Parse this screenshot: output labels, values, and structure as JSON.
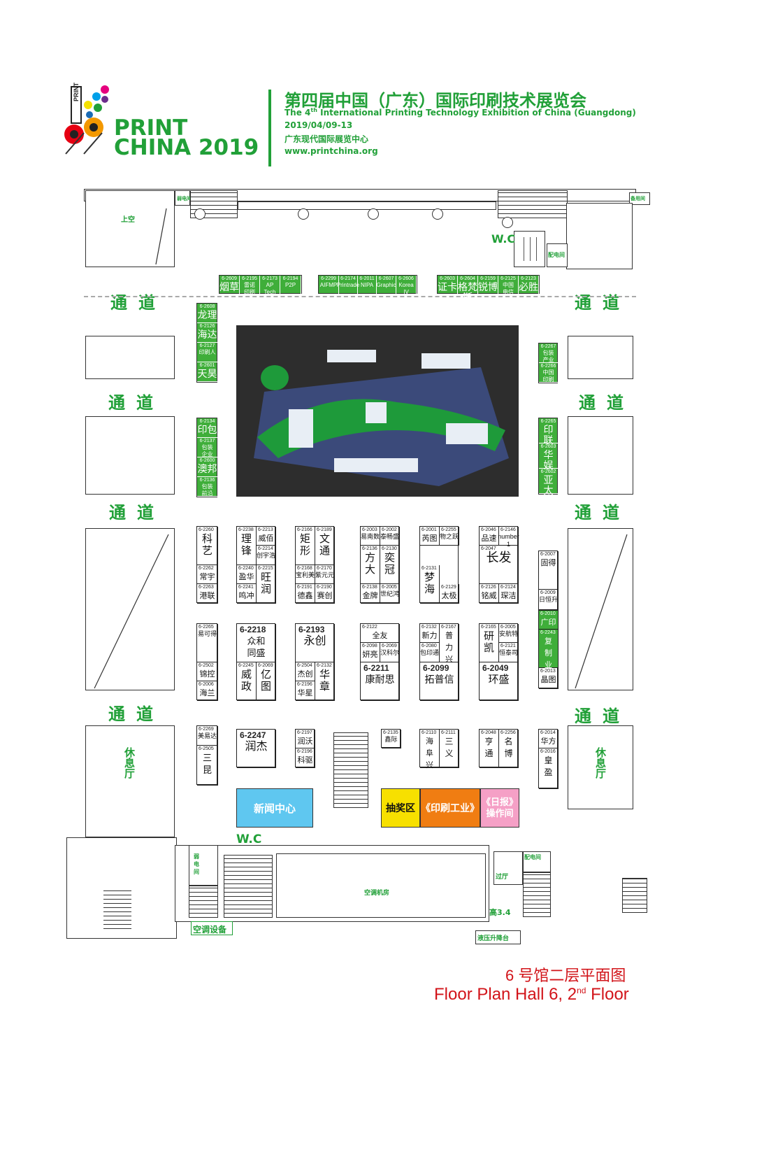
{
  "header": {
    "logo_small": "PRINT",
    "logo_line1": "PRINT",
    "logo_line2": "CHINA 2019",
    "title_cn": "第四届中国（广东）国际印刷技术展览会",
    "title_en_pre": "The 4",
    "title_en_sup": "th",
    "title_en_post": " International Printing Technology Exhibition of China (Guangdong)",
    "dates": "2019/04/09-13",
    "venue": "广东现代国际展览中心",
    "website": "www.printchina.org"
  },
  "labels": {
    "passage": "通道",
    "void": "上空",
    "wc_top": "W.C",
    "wc_bottom": "W.C",
    "power_room": "配电间",
    "power_room2": "配电间",
    "lounge": "休息厅",
    "ac_room": "空调机房",
    "ac_equipment": "空调设备",
    "hall": "过厅",
    "height": "高3.4",
    "hydraulic_lift": "液压升降台",
    "backup_room": "备用间",
    "weak_room": "弱电间",
    "press_center": "新闻中心",
    "lottery": "抽奖区",
    "printing_industry": "《印刷工业》",
    "daily_ops": "《日报》\n操作间"
  },
  "top_booths": [
    {
      "id": "6-2609",
      "name": "烟草"
    },
    {
      "id": "6-2195",
      "name": "雷诺\n印刷"
    },
    {
      "id": "6-2173",
      "name": "AP Tech"
    },
    {
      "id": "6-2194",
      "name": "P2P"
    },
    {
      "id": "6-2299",
      "name": "AIFMP"
    },
    {
      "id": "6-2174",
      "name": "Printrade"
    },
    {
      "id": "6-2011",
      "name": "NIPA"
    },
    {
      "id": "6-2607",
      "name": "Graphic"
    },
    {
      "id": "6-2606",
      "name": "Korea IV"
    },
    {
      "id": "6-2603",
      "name": "证卡"
    },
    {
      "id": "6-2604",
      "name": "格梵斯"
    },
    {
      "id": "6-2159",
      "name": "锐博"
    },
    {
      "id": "6-2125",
      "name": "中国\n电信"
    },
    {
      "id": "6-2123",
      "name": "必胜"
    }
  ],
  "left_booths_a": [
    {
      "id": "6-2608",
      "name": "龙理"
    },
    {
      "id": "6-2126",
      "name": "海达"
    },
    {
      "id": "6-2127",
      "name": "印刷人"
    },
    {
      "id": "6-2601",
      "name": "天昊"
    }
  ],
  "left_booths_b": [
    {
      "id": "6-2134",
      "name": "印包"
    },
    {
      "id": "6-2137",
      "name": "包装\n企业"
    },
    {
      "id": "6-2600",
      "name": "澳邦"
    },
    {
      "id": "6-2136",
      "name": "包装\n前沿"
    }
  ],
  "right_booths_a": [
    {
      "id": "6-2267",
      "name": "包装\n产业"
    },
    {
      "id": "6-2266",
      "name": "中国\n印刷"
    }
  ],
  "right_booths_b": [
    {
      "id": "6-2265",
      "name": "印联"
    },
    {
      "id": "6-2603",
      "name": "华娱"
    },
    {
      "id": "6-2602",
      "name": "亚太"
    }
  ],
  "booths": {
    "b1": [
      {
        "id": "6-2260",
        "name": "科\n艺"
      },
      {
        "id": "6-2262",
        "name": "常宇"
      },
      {
        "id": "6-2263",
        "name": "港联"
      }
    ],
    "b2": [
      {
        "id": "6-2238",
        "name": "理\n锋"
      },
      {
        "id": "6-2213",
        "name": "威佰"
      },
      {
        "id": "6-2214",
        "name": "创宇浩"
      },
      {
        "id": "6-2240",
        "name": "盈华"
      },
      {
        "id": "6-2215",
        "name": "旺\n润"
      },
      {
        "id": "6-2241",
        "name": "鸣冲"
      }
    ],
    "b3": [
      {
        "id": "6-2166",
        "name": "矩\n形"
      },
      {
        "id": "6-2189",
        "name": "文\n通"
      },
      {
        "id": "6-2168",
        "name": "宝利美"
      },
      {
        "id": "6-2170",
        "name": "紫元元"
      },
      {
        "id": "6-2191",
        "name": "德鑫"
      },
      {
        "id": "6-2190",
        "name": "赛创"
      }
    ],
    "b4": [
      {
        "id": "6-2003",
        "name": "易南数"
      },
      {
        "id": "6-2002",
        "name": "泰畅盛"
      },
      {
        "id": "6-2136",
        "name": "方\n大"
      },
      {
        "id": "6-2130",
        "name": "奕\n冠"
      },
      {
        "id": "6-2138",
        "name": "金牌"
      },
      {
        "id": "6-2005",
        "name": "世纪鸿"
      }
    ],
    "b5": [
      {
        "id": "6-2001",
        "name": "芮图"
      },
      {
        "id": "6-2255",
        "name": "物之跃"
      },
      {
        "id": "6-2131",
        "name": "梦\n海"
      },
      {
        "id": "6-2129",
        "name": "太极"
      }
    ],
    "b6": [
      {
        "id": "6-2046",
        "name": "品速"
      },
      {
        "id": "6-2146",
        "name": "number\n1"
      },
      {
        "id": "6-2047",
        "name": "长发"
      },
      {
        "id": "6-2126",
        "name": "铭威"
      },
      {
        "id": "6-2124",
        "name": "琛洁"
      }
    ],
    "b7": [
      {
        "id": "6-2007",
        "name": "固得"
      },
      {
        "id": "6-2009",
        "name": "日恒升"
      }
    ],
    "b8": [
      {
        "id": "6-2265",
        "name": "易可得"
      },
      {
        "id": "6-2502",
        "name": "锦控"
      },
      {
        "id": "6-2006",
        "name": "海兰"
      }
    ],
    "b9": [
      {
        "id": "6-2218",
        "name": "众和\n同盛"
      },
      {
        "id": "6-2245",
        "name": "威\n政"
      },
      {
        "id": "6-2069",
        "name": "亿\n图"
      }
    ],
    "b10": [
      {
        "id": "6-2193",
        "name": "永创"
      },
      {
        "id": "6-2504",
        "name": "杰创"
      },
      {
        "id": "6-2132",
        "name": "华\n章"
      },
      {
        "id": "6-2196",
        "name": "华星"
      }
    ],
    "b11": [
      {
        "id": "6-2122",
        "name": "全友"
      },
      {
        "id": "6-2098",
        "name": "妍亮"
      },
      {
        "id": "6-2069",
        "name": "汉科尔"
      },
      {
        "id": "6-2211",
        "name": "康耐思"
      }
    ],
    "b12": [
      {
        "id": "6-2132",
        "name": "新力"
      },
      {
        "id": "6-2167",
        "name": "普\n力\n兴"
      },
      {
        "id": "6-2080",
        "name": "包印通"
      },
      {
        "id": "6-2099",
        "name": "拓普信"
      }
    ],
    "b13": [
      {
        "id": "6-2165",
        "name": "研\n凯"
      },
      {
        "id": "6-2005",
        "name": "安航特"
      },
      {
        "id": "6-2121",
        "name": "恒泰司"
      },
      {
        "id": "6-2049",
        "name": "环盛"
      }
    ],
    "b14": [
      {
        "id": "6-2010",
        "name": "广印"
      },
      {
        "id": "6-2243",
        "name": "复\n制\n业"
      },
      {
        "id": "6-2013",
        "name": "晶图"
      }
    ],
    "b15": [
      {
        "id": "6-2269",
        "name": "美易达"
      },
      {
        "id": "6-2505",
        "name": "三\n昆"
      }
    ],
    "b16": [
      {
        "id": "6-2247",
        "name": "润杰"
      }
    ],
    "b17": [
      {
        "id": "6-2197",
        "name": "润沃"
      },
      {
        "id": "6-2196",
        "name": "科驱"
      }
    ],
    "b18": [
      {
        "id": "6-2135",
        "name": "鑫际"
      }
    ],
    "b19": [
      {
        "id": "6-2110",
        "name": "海\n阜\n兴"
      },
      {
        "id": "6-2111",
        "name": "三\n义"
      }
    ],
    "b20": [
      {
        "id": "6-2048",
        "name": "亨\n通"
      },
      {
        "id": "6-2256",
        "name": "名\n博"
      }
    ],
    "b21": [
      {
        "id": "6-2014",
        "name": "华方"
      },
      {
        "id": "6-2016",
        "name": "皇\n盈"
      }
    ]
  },
  "footer": {
    "cn": "6 号馆二层平面图",
    "en_pre": "Floor Plan Hall 6, 2",
    "en_sup": "nd",
    "en_post": " Floor"
  },
  "colors": {
    "brand_green": "#21a038",
    "booth_green": "#3fae3a",
    "footer_red": "#d2141a",
    "press_blue": "#5fc7f0",
    "lottery_yellow": "#f7e000",
    "industry_orange": "#f07d12",
    "daily_pink": "#f5a0c6"
  }
}
